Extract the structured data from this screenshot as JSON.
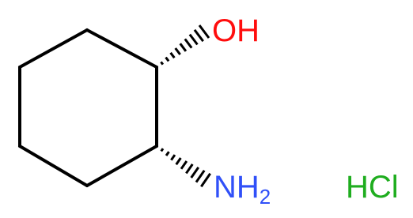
{
  "molecule": {
    "hydroxyl_label": "OH",
    "amine_label": "NH",
    "amine_subscript": "2",
    "salt_label": "HCl"
  },
  "colors": {
    "bond": "#000000",
    "oxygen": "#ff0d0d",
    "nitrogen": "#3050f8",
    "chlorine": "#1fad1f"
  }
}
